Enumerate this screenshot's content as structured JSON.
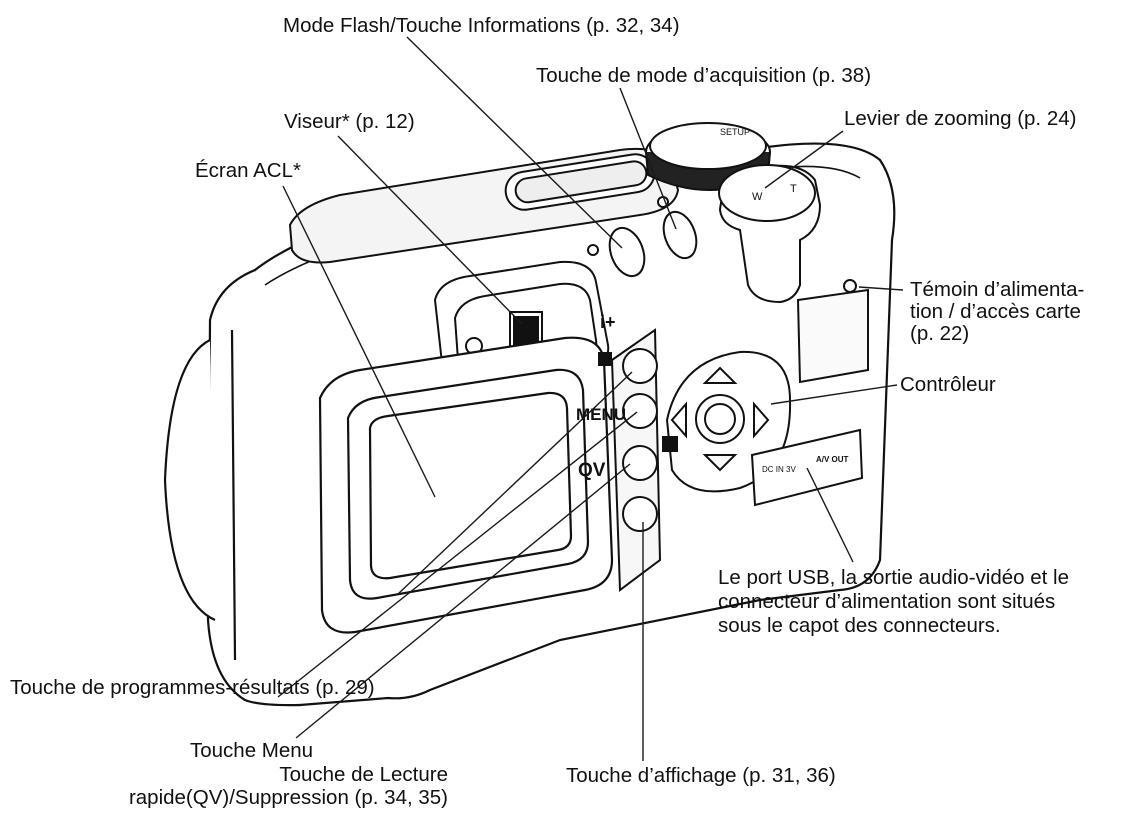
{
  "labels": {
    "mode_flash": "Mode Flash/Touche Informations (p. 32, 34)",
    "acquisition": "Touche de mode d’acquisition (p. 38)",
    "viewfinder": "Viseur* (p. 12)",
    "zoom": "Levier de zooming (p. 24)",
    "lcd": "Écran ACL*",
    "power_lamp": [
      "Témoin d’alimenta-",
      "tion / d’accès carte",
      "(p. 22)"
    ],
    "controller": "Contrôleur",
    "usb_port": [
      "Le port USB, la sortie audio-vidéo et le",
      "connecteur d’alimentation sont situés",
      "sous le capot des connecteurs."
    ],
    "scene_program": "Touche de programmes-résultats (p. 29)",
    "menu": "Touche Menu",
    "quick_view": [
      "Touche de Lecture",
      "rapide(QV)/Suppression (p. 34, 35)"
    ],
    "display": "Touche d’affichage (p. 31, 36)"
  },
  "camera_markings": {
    "menu": "MENU",
    "qv": "QV",
    "info": "i+",
    "dc_in": "DC IN 3V",
    "av_out": "A/V OUT",
    "setup": "SETUP",
    "zoom_w": "W",
    "zoom_t": "T"
  }
}
